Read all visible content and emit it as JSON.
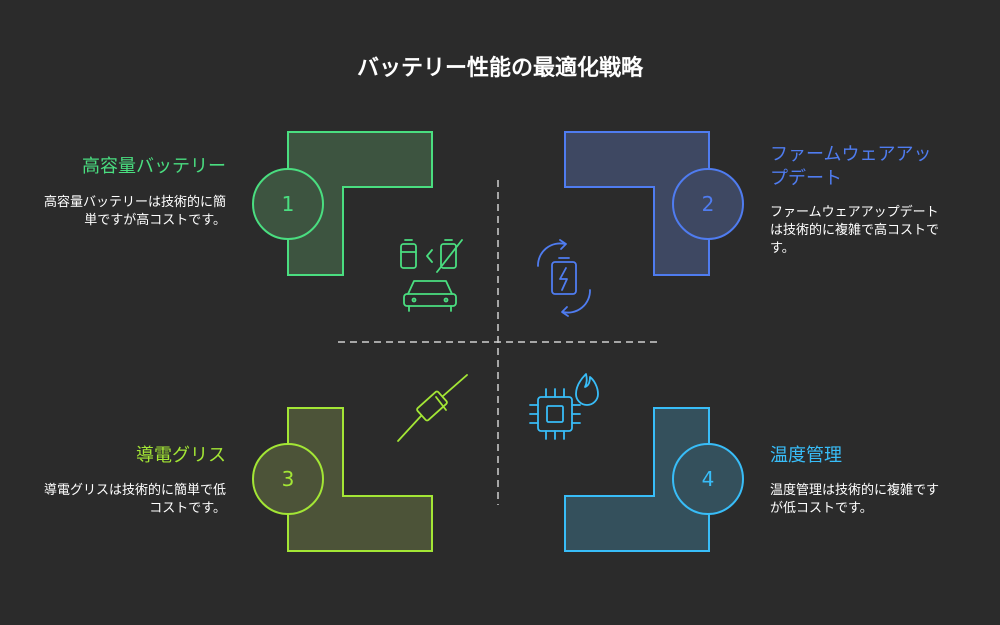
{
  "title": "バッテリー性能の最適化戦略",
  "quadrants": [
    {
      "number": "1",
      "title": "高容量バッテリー",
      "description": "高容量バッテリーは技術的に簡単ですが高コストです。",
      "color": "#4ade80",
      "fill": "#3d5440"
    },
    {
      "number": "2",
      "title": "ファームウェアアップデート",
      "description": "ファームウェアアップデートは技術的に複雑で高コストです。",
      "color": "#4f7cf0",
      "fill": "#3e4862"
    },
    {
      "number": "3",
      "title": "導電グリス",
      "description": "導電グリスは技術的に簡単で低コストです。",
      "color": "#a3e635",
      "fill": "#4c5338"
    },
    {
      "number": "4",
      "title": "温度管理",
      "description": "温度管理は技術的に複雑ですが低コストです。",
      "color": "#38bdf8",
      "fill": "#34505c"
    }
  ],
  "icons": [
    "battery-swap-icon",
    "car-icon",
    "battery-refresh-icon",
    "diode-icon",
    "cpu-icon",
    "flame-icon"
  ]
}
